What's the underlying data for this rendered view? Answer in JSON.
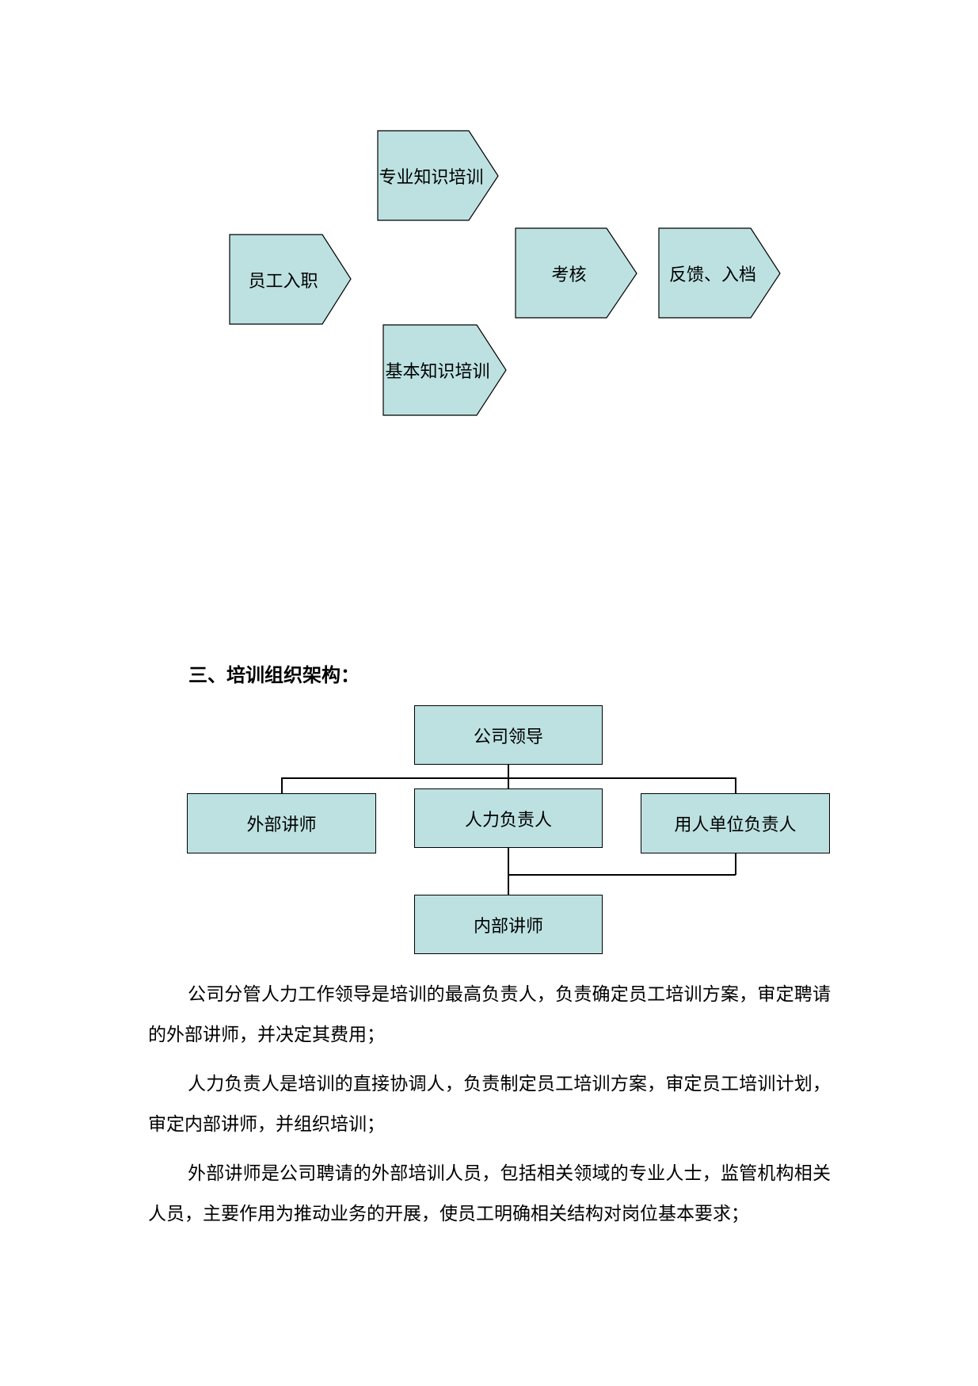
{
  "flowchart": {
    "steps": [
      {
        "id": "onboarding",
        "label": "员工入职"
      },
      {
        "id": "professional",
        "label": "专业知识培训"
      },
      {
        "id": "basic",
        "label": "基本知识培训"
      },
      {
        "id": "assessment",
        "label": "考核"
      },
      {
        "id": "feedback",
        "label": "反馈、入档"
      }
    ],
    "fill": "#bde1e1",
    "stroke": "#000000"
  },
  "section": {
    "heading": "三、培训组织架构："
  },
  "org_chart": {
    "nodes": {
      "leader": "公司领导",
      "external": "外部讲师",
      "hr": "人力负责人",
      "dept": "用人单位负责人",
      "internal": "内部讲师"
    },
    "fill": "#bde1e1"
  },
  "paragraphs": [
    "公司分管人力工作领导是培训的最高负责人，负责确定员工培训方案，审定聘请的外部讲师，并决定其费用；",
    "人力负责人是培训的直接协调人，负责制定员工培训方案，审定员工培训计划，审定内部讲师，并组织培训；",
    "外部讲师是公司聘请的外部培训人员，包括相关领域的专业人士，监管机构相关人员，主要作用为推动业务的开展，使员工明确相关结构对岗位基本要求；"
  ]
}
